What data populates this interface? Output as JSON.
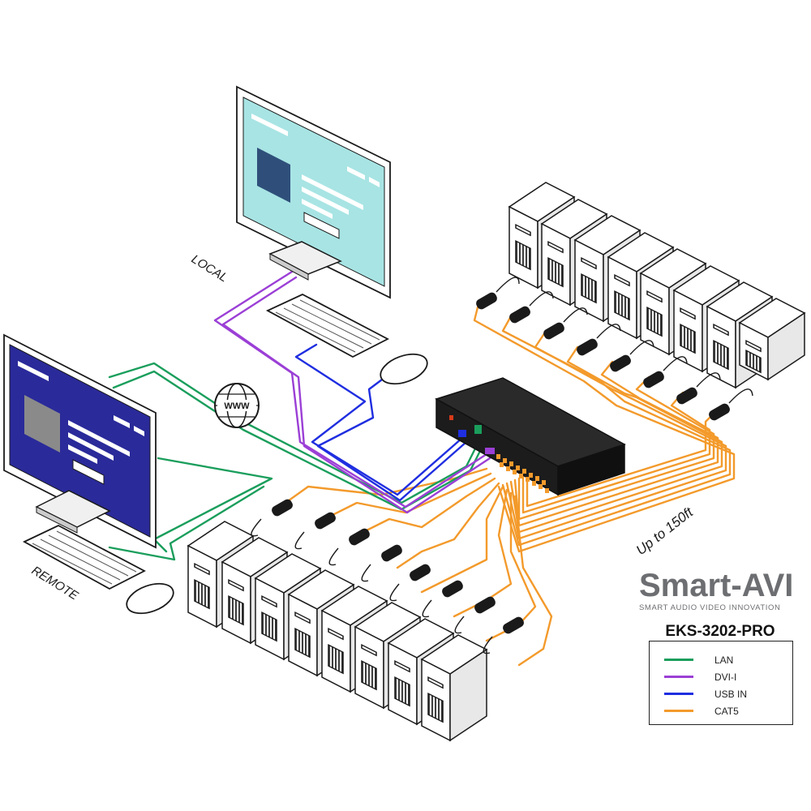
{
  "labels": {
    "local": "LOCAL",
    "remote": "REMOTE",
    "distance": "Up to 150ft",
    "www": "WWW"
  },
  "brand": {
    "name": "Smart-AVI",
    "tagline": "SMART AUDIO VIDEO INNOVATION"
  },
  "model": "EKS-3202-PRO",
  "legend": [
    {
      "label": "LAN",
      "color": "#1a9e5c"
    },
    {
      "label": "DVI-I",
      "color": "#9b3fd6"
    },
    {
      "label": "USB IN",
      "color": "#1f2ee0"
    },
    {
      "label": "CAT5",
      "color": "#f39a2b"
    }
  ],
  "colors": {
    "local_screen": "#a8e4e4",
    "remote_screen": "#2a2a9a",
    "switch_body": "#1c1c1c",
    "lan": "#1a9e5c",
    "dvi": "#9b3fd6",
    "usb": "#1f2ee0",
    "cat5": "#f39a2b"
  },
  "icons": {
    "globe": "globe-icon",
    "monitor": "monitor-icon",
    "keyboard": "keyboard-icon",
    "mouse": "mouse-icon",
    "computer": "computer-tower-icon",
    "dongle": "kvm-dongle-icon"
  }
}
